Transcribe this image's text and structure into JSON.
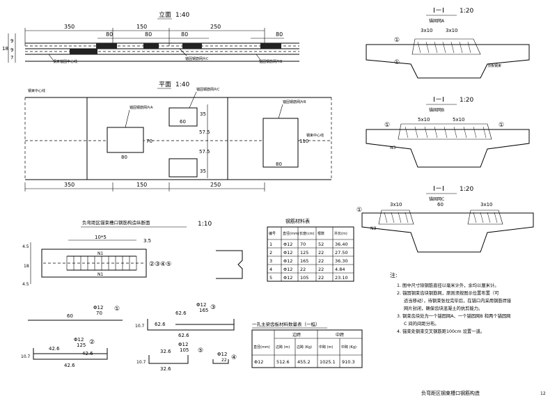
{
  "elevation": {
    "title": "立面",
    "scale": "1:40",
    "dims_top": [
      "350",
      "150",
      "250"
    ],
    "dims_mid": [
      "80",
      "80",
      "80",
      "80"
    ],
    "left_dims": [
      "18",
      "9",
      "9",
      "7"
    ],
    "notes": [
      "钢束锚固中心线",
      "锚固钢筋网片C",
      "锚固钢筋网片B"
    ]
  },
  "plan": {
    "title": "平面",
    "scale": "1:40",
    "labels": [
      "钢束中心线",
      "锚固钢筋网片A",
      "锚固钢筋网片C",
      "锚固钢筋网片B",
      "钢束中心线"
    ],
    "dims_bottom": [
      "350",
      "150",
      "250"
    ],
    "box_dims": [
      "60",
      "70",
      "80",
      "80",
      "110"
    ],
    "vert_dims": [
      "35",
      "57.5",
      "57.5",
      "35"
    ]
  },
  "section1": {
    "title": "I－I",
    "scale": "1:20",
    "sub": "锚固网A",
    "dims": [
      "3x10",
      "3x10"
    ],
    "markers": [
      "①",
      "①"
    ],
    "note": "顶板钢束"
  },
  "section2": {
    "title": "I－I",
    "scale": "1:20",
    "sub": "锚固网B",
    "dims": [
      "5x10",
      "5x10"
    ],
    "markers": [
      "①",
      "①"
    ],
    "side": "N3"
  },
  "section3": {
    "title": "I－I",
    "scale": "1:20",
    "sub": "锚固网C",
    "dims": [
      "3x10",
      "60",
      "3x10"
    ],
    "markers": [
      "①"
    ],
    "side": "N3"
  },
  "detail": {
    "title": "负弯距区锚束槽口钢筋构造纵断面",
    "scale": "1:10",
    "dims": [
      "10*5",
      "3.5",
      "4.5",
      "18",
      "4.5"
    ],
    "labels": [
      "N1",
      "N1"
    ],
    "circles": [
      "②③④⑤"
    ]
  },
  "rebar_table": {
    "title": "钢筋材料表",
    "headers": [
      "编号",
      "直径(mm)",
      "长度(cm)",
      "根数",
      "共长(m)"
    ],
    "rows": [
      [
        "1",
        "Φ12",
        "70",
        "52",
        "36.40"
      ],
      [
        "2",
        "Φ12",
        "125",
        "22",
        "27.50"
      ],
      [
        "3",
        "Φ12",
        "165",
        "22",
        "36.30"
      ],
      [
        "4",
        "Φ12",
        "22",
        "22",
        "4.84"
      ],
      [
        "5",
        "Φ12",
        "105",
        "22",
        "23.10"
      ]
    ]
  },
  "qty_table": {
    "title": "一孔主梁齿板材料数量表（一榀）",
    "headers": [
      "直径(mm)",
      "边跨 (m)",
      "边跨 (Kg)",
      "中跨 (m)",
      "中跨 (Kg)"
    ],
    "group_headers": [
      "边跨",
      "中跨"
    ],
    "rows": [
      [
        "Φ12",
        "512.6",
        "455.2",
        "1025.1",
        "910.3"
      ]
    ]
  },
  "shapes": {
    "s1": {
      "len": "60",
      "dia": "Φ12",
      "len2": "70",
      "marker": "①"
    },
    "s2": {
      "a": "42.6",
      "b": "42.6",
      "c": "42.6",
      "h": "10.7",
      "dia": "Φ12",
      "len": "125",
      "marker": "②"
    },
    "s3": {
      "a": "62.6",
      "b": "62.6",
      "c": "62.6",
      "h": "10.7",
      "dia": "Φ12",
      "len": "165",
      "marker": "③"
    },
    "s4": {
      "dia": "Φ12",
      "len": "22",
      "marker": "④"
    },
    "s5": {
      "a": "32.6",
      "b": "32.6",
      "h": "10.7",
      "dia": "Φ12",
      "len": "105",
      "marker": "⑤"
    }
  },
  "notes": {
    "heading": "注:",
    "items": [
      "1. 图中尺寸除钢筋直径以毫米计外，余均以厘米计。",
      "2. 锚固钢束齿块钢筋网，原则须按图示位置布置（可",
      "适当移动），待钢束张拉完毕后，在锚口内采用钢筋焊接",
      "网片封闭，确保齿块混凝土的抗剪能力。",
      "3. 钢束齿块处为一个锚固网A、一个锚固网B 和两个锚固网",
      "C 间的间距分布。",
      "4. 锚束处钢束交叉钢筋距100cm 设置一道。"
    ]
  },
  "footer": {
    "title": "负弯距区钢束槽口钢筋构造",
    "page": "12"
  }
}
